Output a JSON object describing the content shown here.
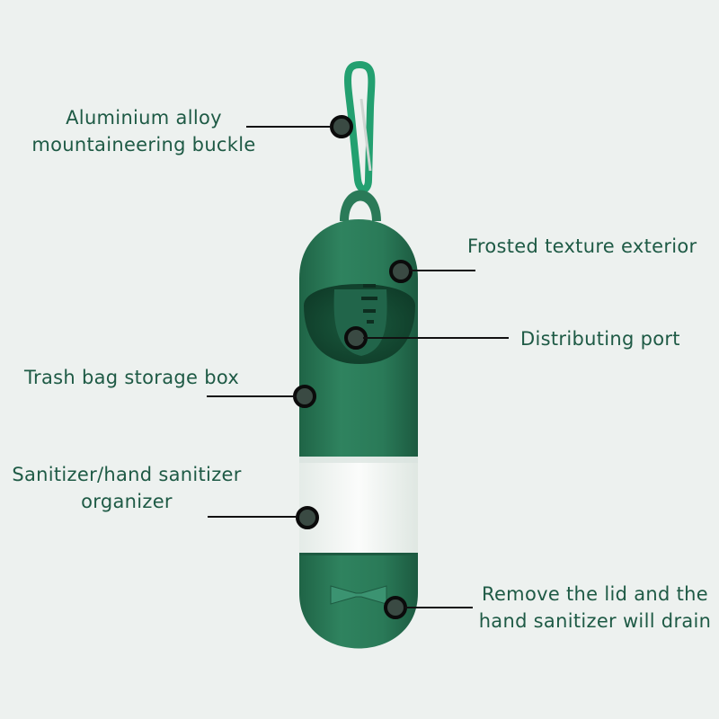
{
  "labels": {
    "buckle": [
      "Aluminium alloy",
      "mountaineering buckle"
    ],
    "exterior": "Frosted texture exterior",
    "port": "Distributing port",
    "storage": "Trash bag storage box",
    "sanitizer": [
      "Sanitizer/hand sanitizer",
      "organizer"
    ],
    "lid": [
      "Remove the lid and the",
      "hand sanitizer will drain"
    ]
  },
  "colors": {
    "background": "#edf1ef",
    "body_green": "#2a7a58",
    "body_dark": "#1d5a41",
    "clip": "#23a070",
    "translucent": "#f6f8f7",
    "text": "#1e5a45"
  }
}
